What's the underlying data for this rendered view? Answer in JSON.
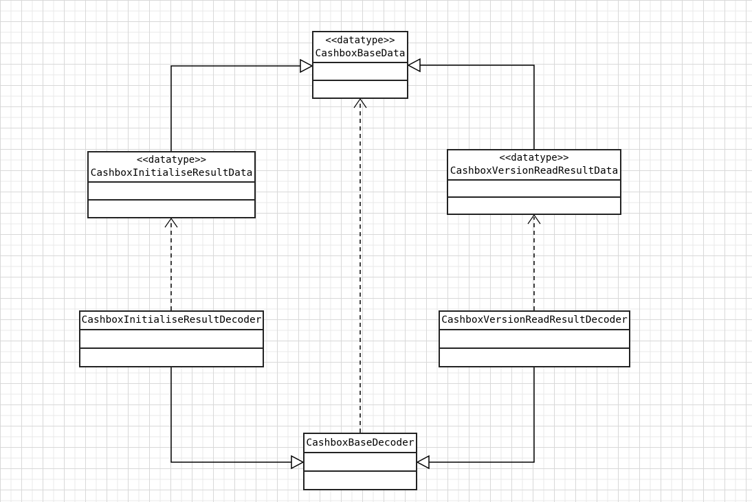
{
  "classes": [
    {
      "id": "base-data",
      "stereotype": "<<datatype>>",
      "name": "CashboxBaseData"
    },
    {
      "id": "init-result-data",
      "stereotype": "<<datatype>>",
      "name": "CashboxInitialiseResultData"
    },
    {
      "id": "version-result-data",
      "stereotype": "<<datatype>>",
      "name": "CashboxVersionReadResultData"
    },
    {
      "id": "init-result-decoder",
      "stereotype": "",
      "name": "CashboxInitialiseResultDecoder"
    },
    {
      "id": "version-result-decoder",
      "stereotype": "",
      "name": "CashboxVersionReadResultDecoder"
    },
    {
      "id": "base-decoder",
      "stereotype": "",
      "name": "CashboxBaseDecoder"
    }
  ],
  "relationships": [
    {
      "type": "generalization",
      "from": "CashboxInitialiseResultData",
      "to": "CashboxBaseData"
    },
    {
      "type": "generalization",
      "from": "CashboxVersionReadResultData",
      "to": "CashboxBaseData"
    },
    {
      "type": "generalization",
      "from": "CashboxInitialiseResultDecoder",
      "to": "CashboxBaseDecoder"
    },
    {
      "type": "generalization",
      "from": "CashboxVersionReadResultDecoder",
      "to": "CashboxBaseDecoder"
    },
    {
      "type": "dependency",
      "from": "CashboxInitialiseResultDecoder",
      "to": "CashboxInitialiseResultData"
    },
    {
      "type": "dependency",
      "from": "CashboxVersionReadResultDecoder",
      "to": "CashboxVersionReadResultData"
    },
    {
      "type": "dependency",
      "from": "CashboxBaseDecoder",
      "to": "CashboxBaseData"
    }
  ],
  "colors": {
    "line": "#000000",
    "box_border": "#222222",
    "box_fill": "#ffffff",
    "grid_minor": "#e9e9e9",
    "grid_major": "#d8d8d8",
    "background": "#ffffff"
  }
}
